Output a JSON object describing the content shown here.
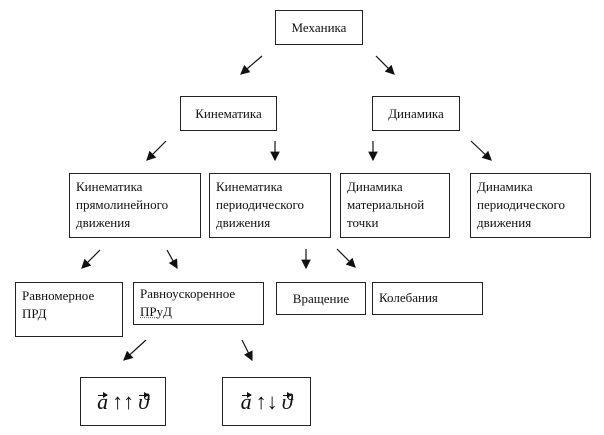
{
  "nodes": {
    "mechanics": "Механика",
    "kinematics": "Кинематика",
    "dynamics": "Динамика",
    "kin_linear": [
      "Кинематика",
      "прямолинейного",
      "движения"
    ],
    "kin_periodic": [
      "Кинематика",
      "периодического",
      "движения"
    ],
    "dyn_point": [
      "Динамика",
      "материальной",
      "точки"
    ],
    "dyn_periodic": [
      "Динамика",
      "периодического",
      "движения"
    ],
    "uniform": [
      "Равномерное",
      "ПРД"
    ],
    "accelerated": [
      "Равноускоренное",
      "ПРуД"
    ],
    "rotation": "Вращение",
    "oscillation": "Колебания"
  },
  "formulas": {
    "same": {
      "a": "a",
      "rel": "↑↑",
      "v": "ϑ"
    },
    "opposite": {
      "a": "a",
      "rel": "↑↓",
      "v": "ϑ"
    }
  }
}
